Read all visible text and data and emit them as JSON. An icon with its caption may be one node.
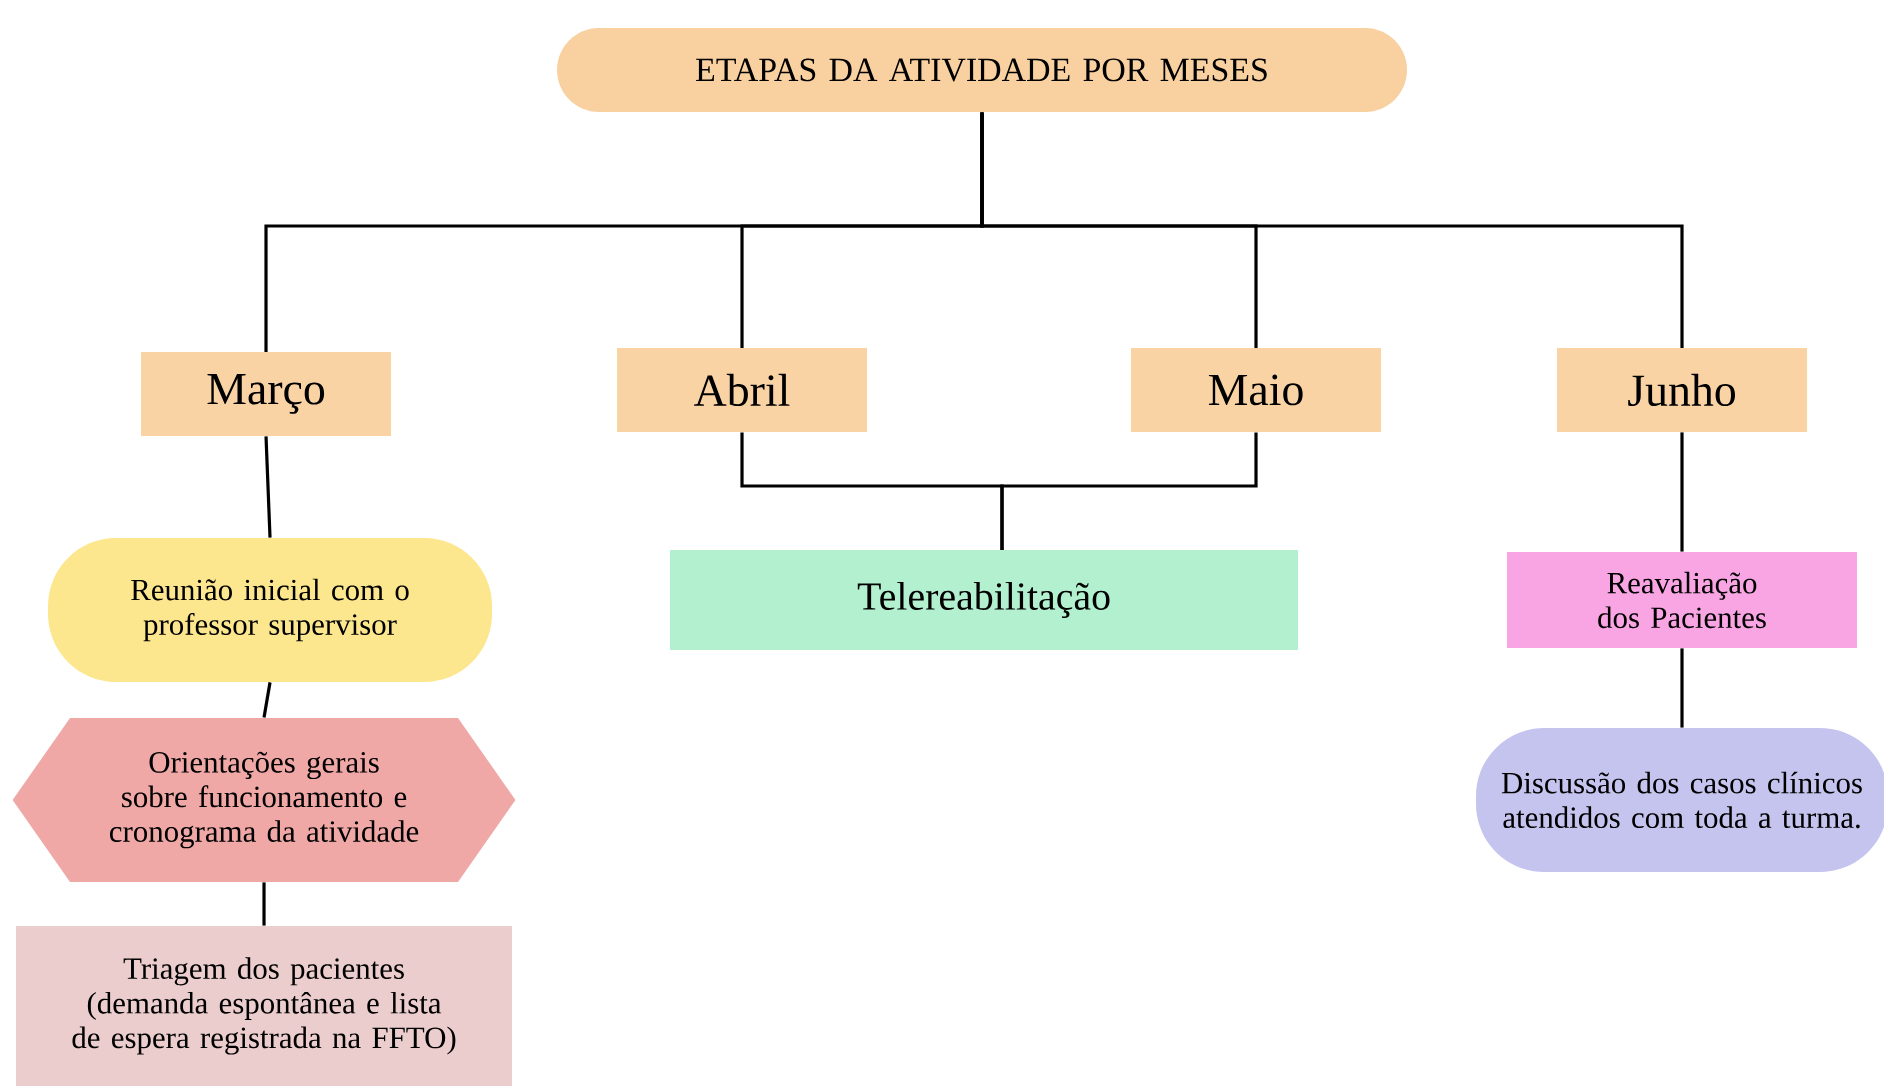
{
  "diagram": {
    "nodes": [
      {
        "text": [
          "ETAPAS DA ATIVIDADE POR MESES"
        ]
      },
      {
        "text": [
          "Março"
        ]
      },
      {
        "text": [
          "Abril"
        ]
      },
      {
        "text": [
          "Maio"
        ]
      },
      {
        "text": [
          "Junho"
        ]
      },
      {
        "text": [
          "Reunião inicial com o professor supervisor"
        ]
      },
      {
        "text": [
          "Orientações gerais sobre funcionamento e cronograma da atividade"
        ]
      },
      {
        "text": [
          "Triagem dos pacientes (demanda espontânea e lista de espera registrada na FFTO)"
        ]
      },
      {
        "text": [
          "Telereabilitação"
        ]
      },
      {
        "text": [
          "Reavaliação dos Pacientes"
        ]
      },
      {
        "text": [
          "Discussão dos casos clínicos atendidos com toda a turma."
        ]
      }
    ],
    "edges": [
      {
        "from": 0,
        "to": 1,
        "arrow": "none"
      },
      {
        "from": 0,
        "to": 2,
        "arrow": "none"
      },
      {
        "from": 0,
        "to": 3,
        "arrow": "none"
      },
      {
        "from": 0,
        "to": 4,
        "arrow": "none"
      },
      {
        "from": 1,
        "to": 5,
        "arrow": "none"
      },
      {
        "from": 5,
        "to": 6,
        "arrow": "none"
      },
      {
        "from": 6,
        "to": 7,
        "arrow": "none"
      },
      {
        "from": 2,
        "to": 8,
        "arrow": "none"
      },
      {
        "from": 3,
        "to": 8,
        "arrow": "none"
      },
      {
        "from": 4,
        "to": 9,
        "arrow": "none"
      },
      {
        "from": 9,
        "to": 10,
        "arrow": "none"
      }
    ]
  }
}
